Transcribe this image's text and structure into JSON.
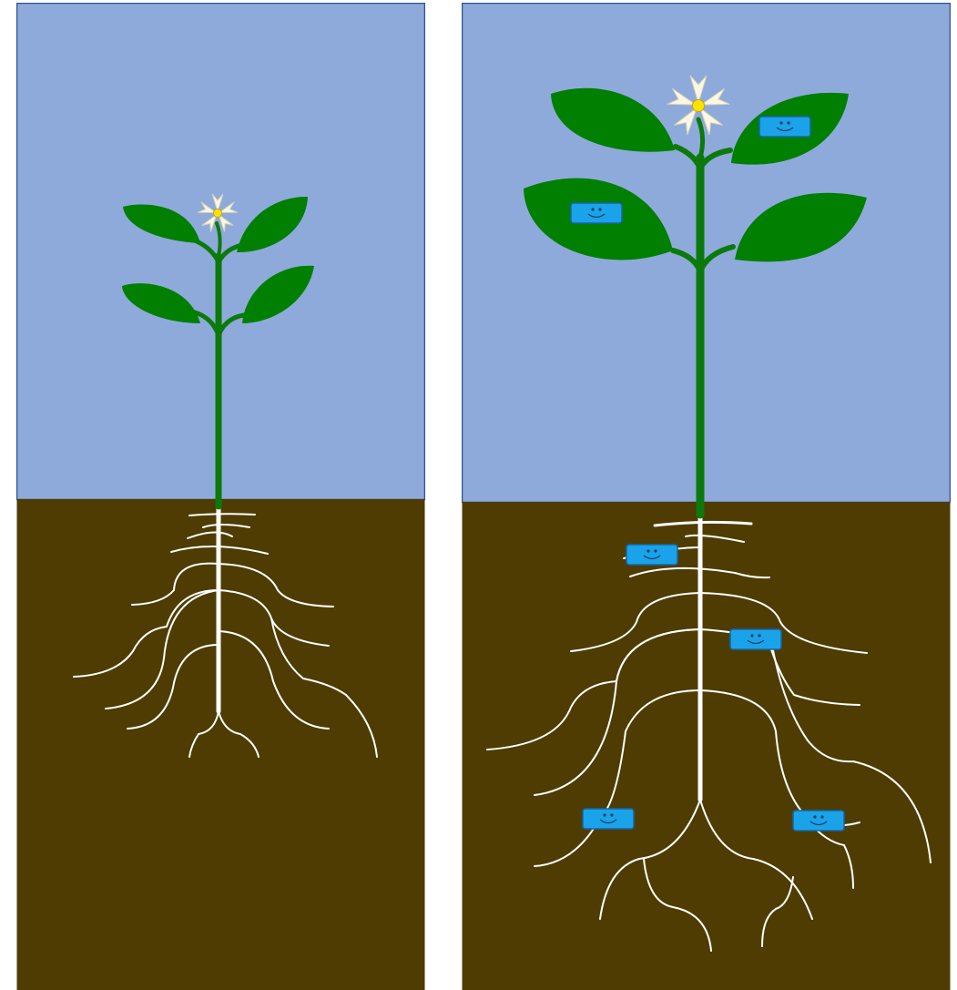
{
  "colors": {
    "sky": "#8eaadb",
    "soil": "#4f3c02",
    "border": "#2f528f",
    "stem": "#0b7a0b",
    "leaf": "#007f00",
    "root": "#ffffff",
    "petal": "#fbf7e3",
    "flower_center": "#ffe200",
    "sensor": "#1aa3e8",
    "sensor_border": "#1565a8"
  },
  "panels": [
    {
      "id": "small-plant",
      "sensor_count": 0
    },
    {
      "id": "large-plant",
      "sensor_count": 6
    }
  ],
  "icons": [
    "flower-icon",
    "leaf-icon",
    "root-icon",
    "smiley-sensor-icon"
  ]
}
